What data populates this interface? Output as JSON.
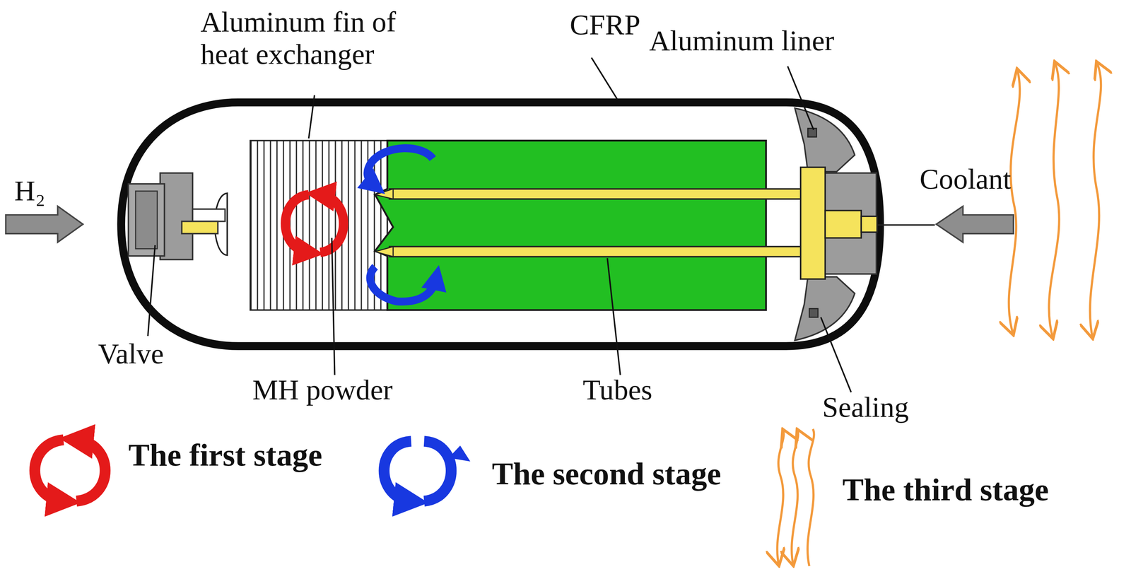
{
  "diagram": {
    "labels": [
      "Aluminum fin of heat exchanger",
      "CFRP",
      "Aluminum liner",
      "H₂",
      "Coolant",
      "Valve",
      "MH powder",
      "Tubes",
      "Sealing"
    ],
    "legend": [
      {
        "text": "The first stage"
      },
      {
        "text": "The second stage"
      },
      {
        "text": "The third stage"
      }
    ]
  }
}
